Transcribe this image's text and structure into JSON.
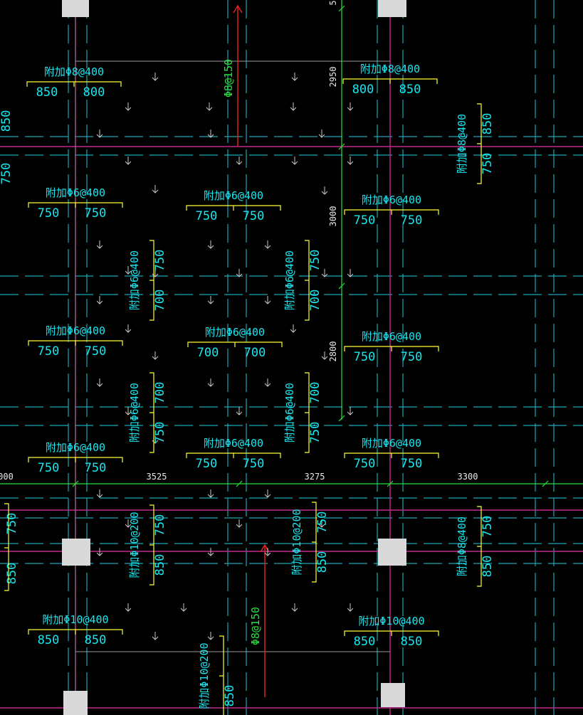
{
  "colors": {
    "background": "#000000",
    "rebar_label": "#19e6f0",
    "dimension_bracket": "#ffff33",
    "axis_line": "#29e03a",
    "beam_line": "#c02a8a",
    "reinforcement_line": "#ee2222",
    "column_fill": "#d9d9d9",
    "dashed_line": "#1aa7b8"
  },
  "horizontal_labels": [
    {
      "text": "附加Φ8@400",
      "left": "850",
      "right": "800"
    },
    {
      "text": "附加Φ8@400",
      "left": "800",
      "right": "850"
    },
    {
      "text": "附加Φ6@400",
      "left": "750",
      "right": "750"
    },
    {
      "text": "附加Φ6@400",
      "left": "750",
      "right": "750"
    },
    {
      "text": "附加Φ6@400",
      "left": "750",
      "right": "750"
    },
    {
      "text": "附加Φ6@400",
      "left": "750",
      "right": "750"
    },
    {
      "text": "附加Φ6@400",
      "left": "700",
      "right": "700"
    },
    {
      "text": "附加Φ6@400",
      "left": "750",
      "right": "750"
    },
    {
      "text": "附加Φ6@400",
      "left": "750",
      "right": "750"
    },
    {
      "text": "附加Φ6@400",
      "left": "750",
      "right": "750"
    },
    {
      "text": "附加Φ6@400",
      "left": "750",
      "right": "750"
    },
    {
      "text": "附加Φ10@400",
      "left": "850",
      "right": "850"
    },
    {
      "text": "附加Φ10@400",
      "left": "850",
      "right": "850"
    }
  ],
  "vertical_labels": [
    {
      "text": "附加Φ8@400",
      "top": "850",
      "bottom": "750"
    },
    {
      "text": "附加Φ6@400",
      "top": "750",
      "bottom": "700"
    },
    {
      "text": "附加Φ6@400",
      "top": "750",
      "bottom": "700"
    },
    {
      "text": "附加Φ6@400",
      "top": "700",
      "bottom": "750"
    },
    {
      "text": "附加Φ6@400",
      "top": "700",
      "bottom": "750"
    },
    {
      "text": "附加Φ10@200",
      "top": "750",
      "bottom": "850"
    },
    {
      "text": "附加Φ10@200",
      "top": "750",
      "bottom": "850"
    },
    {
      "text": "附加Φ8@400",
      "top": "750",
      "bottom": "850"
    },
    {
      "text": "附加Φ10@200",
      "top": "",
      "bottom": "850"
    }
  ],
  "edge_dims": [
    "850",
    "750",
    "750",
    "850"
  ],
  "green_labels": [
    "Φ8@150",
    "Φ8@150"
  ],
  "axis_dims_horizontal": [
    "000",
    "3525",
    "3275",
    "3300"
  ],
  "axis_dims_vertical": [
    "5",
    "2950",
    "3000",
    "2800"
  ]
}
